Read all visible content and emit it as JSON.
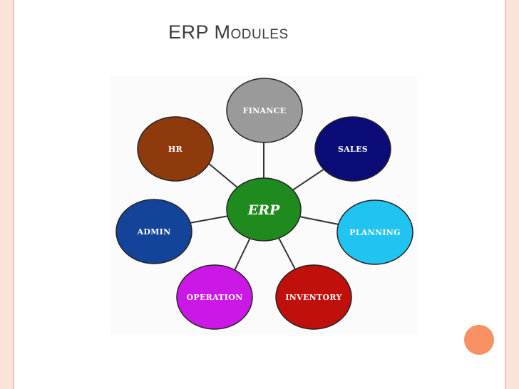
{
  "slide": {
    "title": "ERP Modules",
    "accent_color": "#f79164"
  },
  "diagram": {
    "center": {
      "label": "ERP",
      "color": "#1f8b1f"
    },
    "modules": [
      {
        "id": "finance",
        "label": "FINANCE",
        "color": "#9a9a9a"
      },
      {
        "id": "sales",
        "label": "SALES",
        "color": "#0c0c78"
      },
      {
        "id": "planning",
        "label": "PLANNING",
        "color": "#21c4f0"
      },
      {
        "id": "inventory",
        "label": "INVENTORY",
        "color": "#c0100c"
      },
      {
        "id": "operation",
        "label": "OPERATION",
        "color": "#cc18e6"
      },
      {
        "id": "admin",
        "label": "ADMIN",
        "color": "#13449a"
      },
      {
        "id": "hr",
        "label": "HR",
        "color": "#8e3a0c"
      }
    ]
  }
}
